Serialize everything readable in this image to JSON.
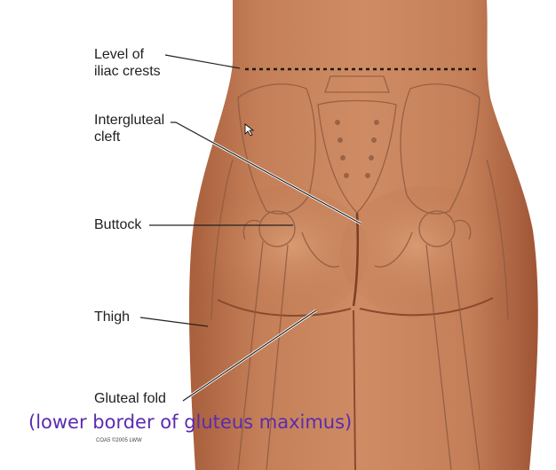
{
  "labels": {
    "iliac_crests_line1": "Level of",
    "iliac_crests_line2": "iliac crests",
    "intergluteal_line1": "Intergluteal",
    "intergluteal_line2": "cleft",
    "buttock": "Buttock",
    "thigh": "Thigh",
    "gluteal_fold": "Gluteal fold"
  },
  "caption": "(lower border of gluteus maximus)",
  "copyright": "COA5 ©2005 LWW",
  "colors": {
    "skin": "#c8805a",
    "skin_shadow": "#a85f3c",
    "bone_outline": "#8f5a40",
    "caption": "#5b2bb0",
    "leader_line": "#333333"
  }
}
